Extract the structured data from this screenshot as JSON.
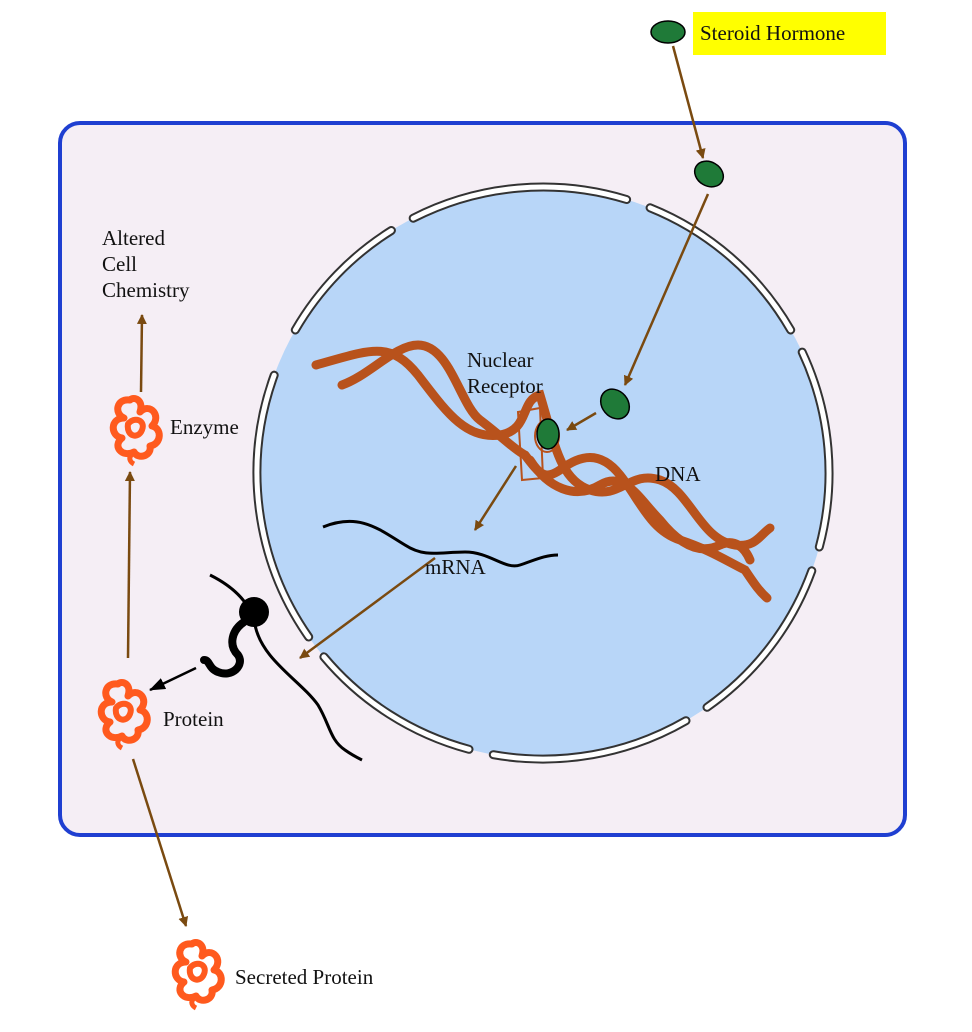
{
  "labels": {
    "steroid_hormone": "Steroid Hormone",
    "altered_line1": "Altered",
    "altered_line2": "Cell",
    "altered_line3": "Chemistry",
    "nuclear_line1": "Nuclear",
    "nuclear_line2": "Receptor",
    "enzyme": "Enzyme",
    "dna": "DNA",
    "mrna": "mRNA",
    "protein": "Protein",
    "secreted_protein": "Secreted Protein"
  },
  "colors": {
    "cell_fill": "#f5eef5",
    "cell_border": "#1f3fd1",
    "nucleus_fill": "#b8d6f8",
    "dna": "#b8521c",
    "hormone": "#1f7a38",
    "arrow": "#7a4a10",
    "protein": "#ff5a1e",
    "highlight": "#ffff00",
    "mrna": "#000000"
  }
}
